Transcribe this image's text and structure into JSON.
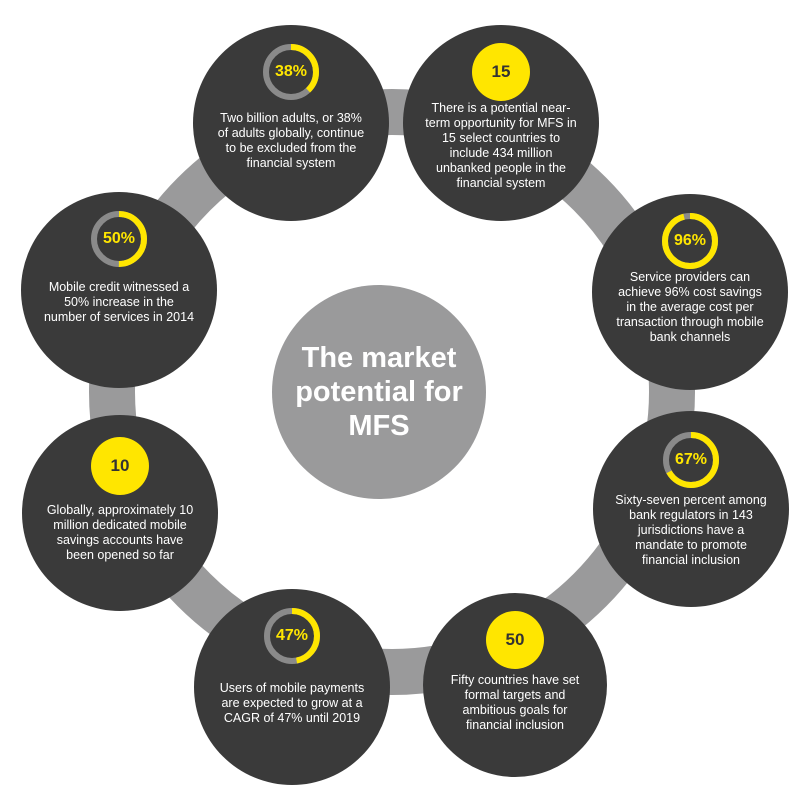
{
  "colors": {
    "node_fill": "#3a3a3a",
    "ring": "#9a9a9b",
    "center": "#9a9a9b",
    "accent": "#ffe600",
    "badge_track": "#8a8a8a",
    "text": "#ffffff",
    "badge_number_text": "#333333"
  },
  "center": {
    "title": "The market potential for MFS"
  },
  "nodes": [
    {
      "id": "excluded-adults",
      "badge_type": "ring",
      "percent": 38,
      "badge": "38%",
      "text": "Two billion adults, or 38% of adults globally, continue to be excluded from the financial system"
    },
    {
      "id": "select-countries",
      "badge_type": "solid",
      "badge": "15",
      "text": "There is a potential near-term opportunity for MFS in 15 select countries to include 434 million unbanked people in the financial system"
    },
    {
      "id": "cost-savings",
      "badge_type": "ring",
      "percent": 96,
      "badge": "96%",
      "text": "Service providers can achieve 96% cost savings in the average cost per transaction through mobile bank channels"
    },
    {
      "id": "bank-regulators",
      "badge_type": "ring",
      "percent": 67,
      "badge": "67%",
      "text": "Sixty-seven percent among bank regulators in 143 jurisdictions have a mandate to promote financial inclusion"
    },
    {
      "id": "fifty-countries",
      "badge_type": "solid",
      "badge": "50",
      "text": "Fifty countries have set formal targets and ambitious goals for financial inclusion"
    },
    {
      "id": "mobile-payments",
      "badge_type": "ring",
      "percent": 47,
      "badge": "47%",
      "text": "Users of mobile payments are expected to grow at a CAGR of 47% until 2019"
    },
    {
      "id": "savings-accounts",
      "badge_type": "solid",
      "badge": "10",
      "text": "Globally, approximately 10 million dedicated mobile savings accounts have been opened so far"
    },
    {
      "id": "mobile-credit",
      "badge_type": "ring",
      "percent": 50,
      "badge": "50%",
      "text": "Mobile credit witnessed a 50% increase in the number of services in 2014"
    }
  ]
}
